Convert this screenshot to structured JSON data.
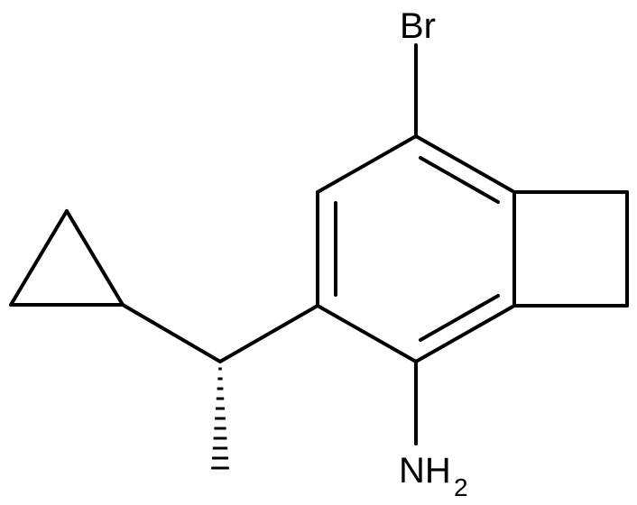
{
  "molecule": {
    "atoms": {
      "bromine": "Br",
      "amine_main": "NH",
      "amine_sub": "2"
    }
  }
}
